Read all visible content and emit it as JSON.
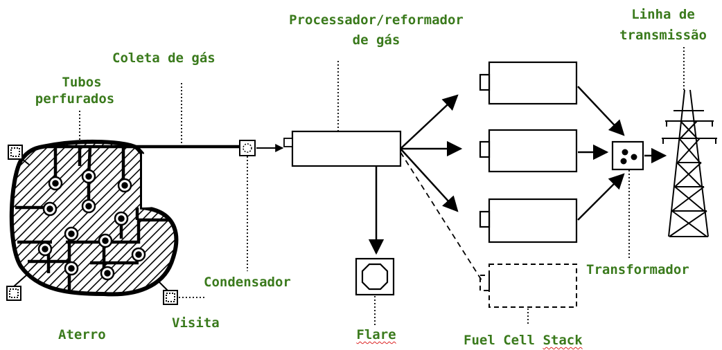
{
  "labels": {
    "tubos": "Tubos",
    "perfurados": "perfurados",
    "coleta": "Coleta de gás",
    "processador_line1": "Processador/reformador",
    "processador_line2": "de gás",
    "linha_line1": "Linha de",
    "linha_line2": "transmissão",
    "condensador": "Condensador",
    "transformador": "Transformador",
    "aterro": "Aterro",
    "visita": "Visita",
    "flare": "Flare",
    "fuel": "Fuel",
    "cell": "Cell",
    "stack": "Stack"
  },
  "colors": {
    "label": "#3a7a1c",
    "ink": "#000000",
    "spellcheck": "#d22222"
  }
}
